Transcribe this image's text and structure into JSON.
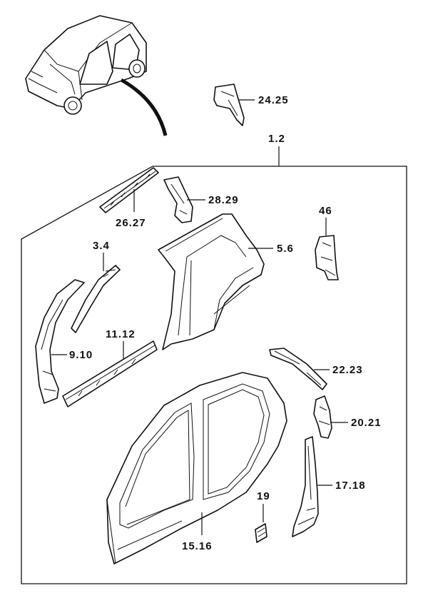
{
  "callouts": {
    "c_24_25": "24.25",
    "c_1_2": "1.2",
    "c_28_29": "28.29",
    "c_26_27": "26.27",
    "c_46": "46",
    "c_3_4": "3.4",
    "c_5_6": "5.6",
    "c_11_12": "11.12",
    "c_9_10": "9.10",
    "c_22_23": "22.23",
    "c_20_21": "20.21",
    "c_17_18": "17.18",
    "c_19": "19",
    "c_15_16": "15.16"
  },
  "colors": {
    "line": "#111111",
    "background": "#ffffff"
  }
}
